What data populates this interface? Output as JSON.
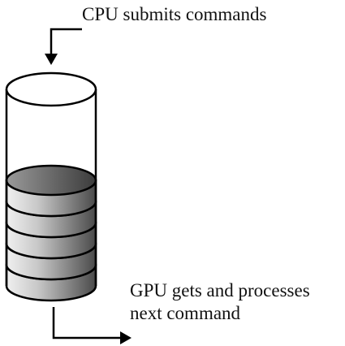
{
  "labels": {
    "cpu_submit": "CPU submits commands",
    "gpu_process_line1": "GPU gets and processes",
    "gpu_process_line2": "next command"
  },
  "queue": {
    "command_count": 5
  },
  "colors": {
    "stroke": "#000000",
    "disk_light": "#ededed",
    "disk_dark": "#4a4a4a",
    "background": "#ffffff"
  }
}
